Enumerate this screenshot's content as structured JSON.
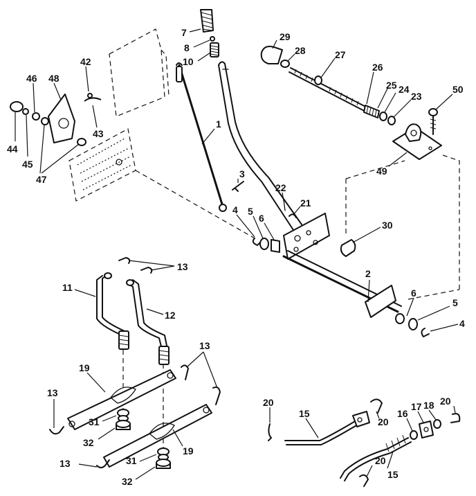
{
  "diagram": {
    "callouts": [
      {
        "id": "c1",
        "text": "1"
      },
      {
        "id": "c2",
        "text": "2"
      },
      {
        "id": "c3",
        "text": "3"
      },
      {
        "id": "c4a",
        "text": "4"
      },
      {
        "id": "c4b",
        "text": "4"
      },
      {
        "id": "c5a",
        "text": "5"
      },
      {
        "id": "c5b",
        "text": "5"
      },
      {
        "id": "c6a",
        "text": "6"
      },
      {
        "id": "c6b",
        "text": "6"
      },
      {
        "id": "c7",
        "text": "7"
      },
      {
        "id": "c8",
        "text": "8"
      },
      {
        "id": "c10",
        "text": "10"
      },
      {
        "id": "c11",
        "text": "11"
      },
      {
        "id": "c12",
        "text": "12"
      },
      {
        "id": "c13a",
        "text": "13"
      },
      {
        "id": "c13b",
        "text": "13"
      },
      {
        "id": "c13c",
        "text": "13"
      },
      {
        "id": "c13d",
        "text": "13"
      },
      {
        "id": "c15a",
        "text": "15"
      },
      {
        "id": "c15b",
        "text": "15"
      },
      {
        "id": "c16",
        "text": "16"
      },
      {
        "id": "c17",
        "text": "17"
      },
      {
        "id": "c18",
        "text": "18"
      },
      {
        "id": "c19a",
        "text": "19"
      },
      {
        "id": "c19b",
        "text": "19"
      },
      {
        "id": "c20a",
        "text": "20"
      },
      {
        "id": "c20b",
        "text": "20"
      },
      {
        "id": "c20c",
        "text": "20"
      },
      {
        "id": "c20d",
        "text": "20"
      },
      {
        "id": "c21",
        "text": "21"
      },
      {
        "id": "c22",
        "text": "22"
      },
      {
        "id": "c23",
        "text": "23"
      },
      {
        "id": "c24",
        "text": "24"
      },
      {
        "id": "c25",
        "text": "25"
      },
      {
        "id": "c26",
        "text": "26"
      },
      {
        "id": "c27",
        "text": "27"
      },
      {
        "id": "c28",
        "text": "28"
      },
      {
        "id": "c29",
        "text": "29"
      },
      {
        "id": "c30",
        "text": "30"
      },
      {
        "id": "c31a",
        "text": "31"
      },
      {
        "id": "c31b",
        "text": "31"
      },
      {
        "id": "c32a",
        "text": "32"
      },
      {
        "id": "c32b",
        "text": "32"
      },
      {
        "id": "c42",
        "text": "42"
      },
      {
        "id": "c43",
        "text": "43"
      },
      {
        "id": "c44",
        "text": "44"
      },
      {
        "id": "c45",
        "text": "45"
      },
      {
        "id": "c46",
        "text": "46"
      },
      {
        "id": "c47",
        "text": "47"
      },
      {
        "id": "c48",
        "text": "48"
      },
      {
        "id": "c49",
        "text": "49"
      },
      {
        "id": "c50",
        "text": "50"
      }
    ]
  }
}
